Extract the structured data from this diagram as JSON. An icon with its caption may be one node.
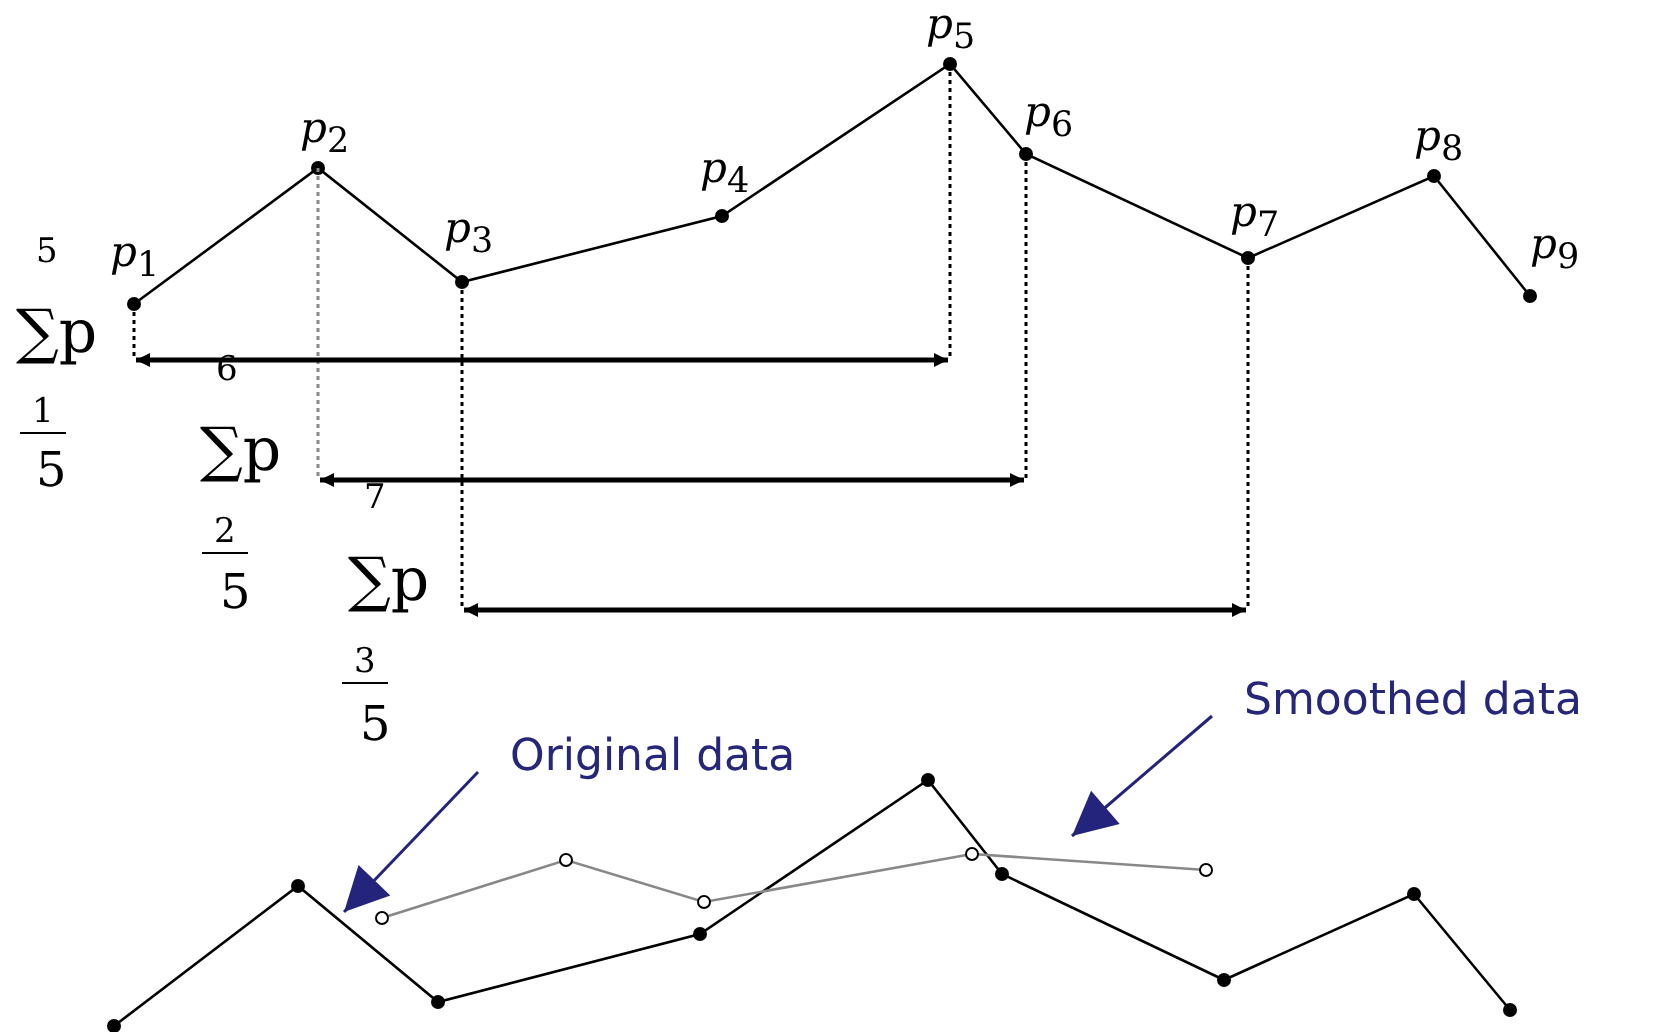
{
  "diagram": {
    "nodes": [
      {
        "text": [
          "Original data"
        ]
      },
      {
        "text": [
          "Smoothed data"
        ]
      }
    ],
    "edges": [
      {
        "from": 0,
        "to": null,
        "arrow": "to"
      },
      {
        "from": 1,
        "to": null,
        "arrow": "to"
      }
    ],
    "labels": [
      "*p*$_{1}$",
      "*p*$_{2}$",
      "*p*$_{3}$",
      "*p*$_{4}$",
      "*p*$_{5}$",
      "*p*$_{6}$",
      "*p*$_{7}$",
      "*p*$_{8}$",
      "*p*$_{9}$",
      "5",
      "∑p",
      "1",
      "5",
      "6",
      "∑p",
      "2",
      "5",
      "7",
      "∑p",
      "3",
      "5"
    ]
  }
}
